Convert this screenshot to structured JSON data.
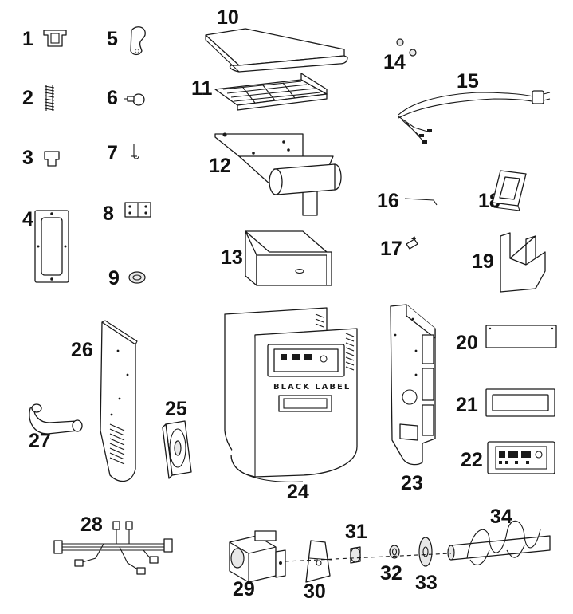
{
  "diagram": {
    "part_numbers": [
      "1",
      "2",
      "3",
      "4",
      "5",
      "6",
      "7",
      "8",
      "9",
      "10",
      "11",
      "12",
      "13",
      "14",
      "15",
      "16",
      "17",
      "18",
      "19",
      "20",
      "21",
      "22",
      "23",
      "24",
      "25",
      "26",
      "27",
      "28",
      "29",
      "30",
      "31",
      "32",
      "33",
      "34"
    ],
    "front_panel_text": "BLACK LABEL"
  }
}
